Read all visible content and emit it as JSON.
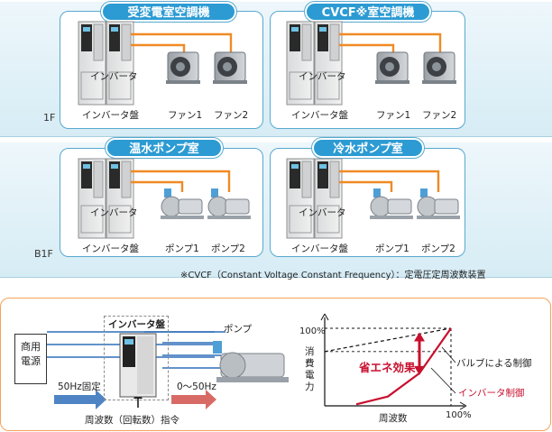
{
  "floors": [
    {
      "label": "1F"
    },
    {
      "label": "B1F"
    }
  ],
  "rooms": [
    {
      "title": "受変電室空調機",
      "inverter_label": "インバータ",
      "panel_label": "インバータ盤",
      "loads": [
        "ファン1",
        "ファン2"
      ],
      "load_type": "fan"
    },
    {
      "title": "CVCF※室空調機",
      "inverter_label": "インバータ",
      "panel_label": "インバータ盤",
      "loads": [
        "ファン1",
        "ファン2"
      ],
      "load_type": "fan"
    },
    {
      "title": "温水ポンプ室",
      "inverter_label": "インバータ",
      "panel_label": "インバータ盤",
      "loads": [
        "ポンプ1",
        "ポンプ2"
      ],
      "load_type": "pump"
    },
    {
      "title": "冷水ポンプ室",
      "inverter_label": "インバータ",
      "panel_label": "インバータ盤",
      "loads": [
        "ポンプ1",
        "ポンプ2"
      ],
      "load_type": "pump"
    }
  ],
  "footnote": "※CVCF（Constant Voltage Constant Frequency）：定電圧定周波数装置",
  "system": {
    "source_label_line1": "商用",
    "source_label_line2": "電源",
    "fixed_freq_label": "50Hz固定",
    "inverter_panel_label": "インバータ盤",
    "output_freq_label": "0～50Hz",
    "pump_label": "ポンプ",
    "command_label": "周波数（回転数）指令"
  },
  "chart_data": {
    "type": "line",
    "xlabel": "周波数",
    "ylabel": "消費電力",
    "x_tick_labels": [
      "100%"
    ],
    "y_tick_labels": [
      "100%"
    ],
    "series": [
      {
        "name": "バルブによる制御",
        "style": "dashed",
        "x": [
          0,
          100
        ],
        "y": [
          70,
          100
        ]
      },
      {
        "name": "インバータ制御",
        "style": "solid",
        "color": "#c8102e",
        "x": [
          25,
          50,
          75,
          100
        ],
        "y": [
          2,
          12,
          42,
          100
        ]
      }
    ],
    "annotations": [
      {
        "text": "省エネ効果",
        "color": "#c8102e"
      }
    ]
  },
  "colors": {
    "room_title_bg": "#2c9bd3",
    "wire": "#f08a24",
    "accent_red": "#c8102e",
    "arrow_blue": "#2f6fba"
  }
}
